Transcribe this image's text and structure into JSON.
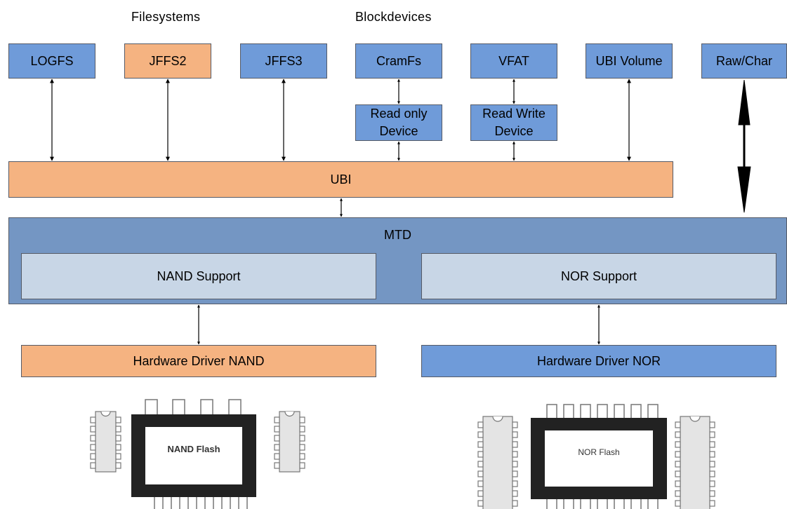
{
  "headings": {
    "filesystems": "Filesystems",
    "blockdevices": "Blockdevices"
  },
  "top_boxes": {
    "logfs": "LOGFS",
    "jffs2": "JFFS2",
    "jffs3": "JFFS3",
    "cramfs": "CramFs",
    "vfat": "VFAT",
    "ubi_volume": "UBI Volume",
    "raw_char": "Raw/Char"
  },
  "devices": {
    "read_only": "Read only\nDevice",
    "read_write": "Read Write\nDevice"
  },
  "layers": {
    "ubi": "UBI",
    "mtd": "MTD",
    "nand_support": "NAND Support",
    "nor_support": "NOR Support",
    "hw_driver_nand": "Hardware Driver NAND",
    "hw_driver_nor": "Hardware Driver NOR"
  },
  "chips": {
    "nand_flash": "NAND Flash",
    "nor_flash": "NOR Flash"
  },
  "colors": {
    "blue": "#6f9bd9",
    "orange": "#f5b381",
    "mtd": "#7496c3",
    "support": "#c8d6e6"
  }
}
